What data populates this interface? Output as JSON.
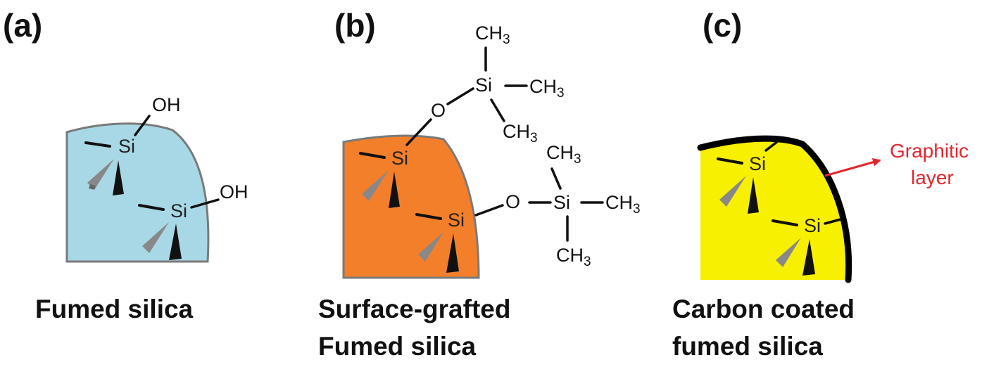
{
  "panels": [
    {
      "label": "(a)",
      "caption_lines": [
        "Fumed silica"
      ],
      "fill_color": "#a8d8e6",
      "atoms": {
        "si": "Si",
        "oh": "OH"
      }
    },
    {
      "label": "(b)",
      "caption_lines": [
        "Surface-grafted",
        "Fumed silica"
      ],
      "fill_color": "#f47f2a",
      "atoms": {
        "si": "Si",
        "o": "O",
        "ch": "CH",
        "three": "3"
      }
    },
    {
      "label": "(c)",
      "caption_lines": [
        "Carbon coated",
        "fumed silica"
      ],
      "fill_color": "#f7f000",
      "atoms": {
        "si": "Si"
      },
      "annotation_lines": [
        "Graphitic",
        "layer"
      ],
      "annotation_color": "#e3262e"
    }
  ],
  "icons": [
    "wedge-bond-icon",
    "hashed-bond-icon",
    "arrow-icon"
  ]
}
